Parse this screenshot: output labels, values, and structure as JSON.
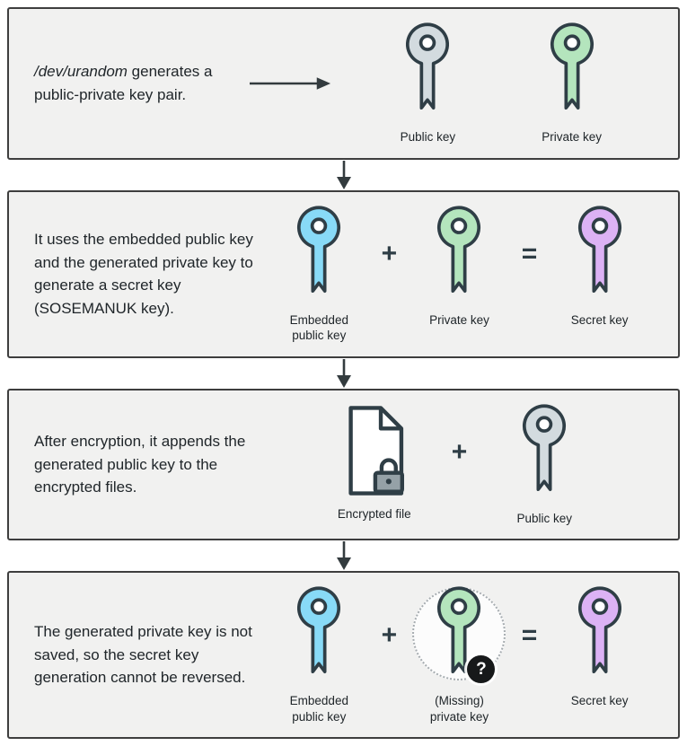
{
  "colors": {
    "panel_bg": "#f1f1f0",
    "panel_border": "#3e3e3e",
    "text": "#20262a",
    "outline": "#2f3e46",
    "key_gray": "#d3dbdf",
    "key_green": "#b4e5bd",
    "key_blue": "#88daf7",
    "key_purple": "#dcb2f5",
    "lock_gray": "#95a1a7",
    "badge_black": "#17191a",
    "arrow": "#333b3e"
  },
  "ops": {
    "plus": "+",
    "equals": "="
  },
  "panels": [
    {
      "text_italic": "/dev/urandom",
      "text_rest": " generates a public-private key pair.",
      "labels": {
        "key1": "Public key",
        "key2": "Private key"
      }
    },
    {
      "text": "It uses the embedded public key and the generated private key to generate a secret key (SOSEMANUK key).",
      "labels": {
        "key1": "Embedded\npublic key",
        "key2": "Private key",
        "key3": "Secret key"
      }
    },
    {
      "text": "After encryption, it appends the generated public key to the encrypted files.",
      "labels": {
        "file": "Encrypted file",
        "key": "Public key"
      }
    },
    {
      "text": "The generated private key is not saved, so the secret key generation cannot be reversed.",
      "labels": {
        "key1": "Embedded\npublic key",
        "key2": "(Missing)\nprivate key",
        "key3": "Secret key"
      },
      "badge": "?"
    }
  ]
}
